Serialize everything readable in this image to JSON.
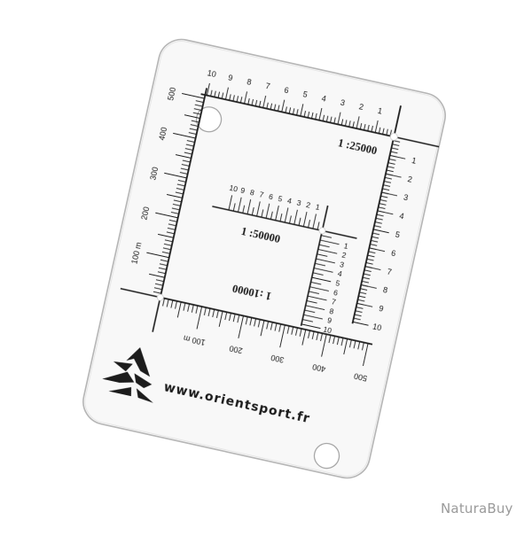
{
  "image": {
    "subject": "transparent orienteering map scale card (romer)",
    "background_color": "#ffffff",
    "card_color": "#f7f7f7",
    "card_edge_color": "#b9b9b9",
    "ink_color": "#1a1a1a"
  },
  "card": {
    "url_text": "www.orientsport.fr",
    "logo": "orientsport-triangle-runner-logo",
    "scales": [
      {
        "id": "s25000",
        "label": "1 :25000",
        "horizontal_ticks": [
          "10",
          "9",
          "8",
          "7",
          "6",
          "5",
          "4",
          "3",
          "2",
          "1"
        ],
        "vertical_ticks": [
          "1",
          "2",
          "3",
          "4",
          "5",
          "6",
          "7",
          "8",
          "9",
          "10"
        ]
      },
      {
        "id": "s50000",
        "label": "1 :50000",
        "horizontal_ticks": [
          "10",
          "9",
          "8",
          "7",
          "6",
          "5",
          "4",
          "3",
          "2",
          "1"
        ],
        "vertical_ticks": [
          "1",
          "2",
          "3",
          "4",
          "5",
          "6",
          "7",
          "8",
          "9",
          "10"
        ]
      },
      {
        "id": "s10000",
        "label": "1 :10000",
        "vertical_ticks": [
          "100 m",
          "200",
          "300",
          "400",
          "500"
        ],
        "horizontal_ticks": [
          "100 m",
          "200",
          "300",
          "400",
          "500"
        ]
      }
    ]
  },
  "watermark": {
    "text": "NaturaBuy"
  }
}
